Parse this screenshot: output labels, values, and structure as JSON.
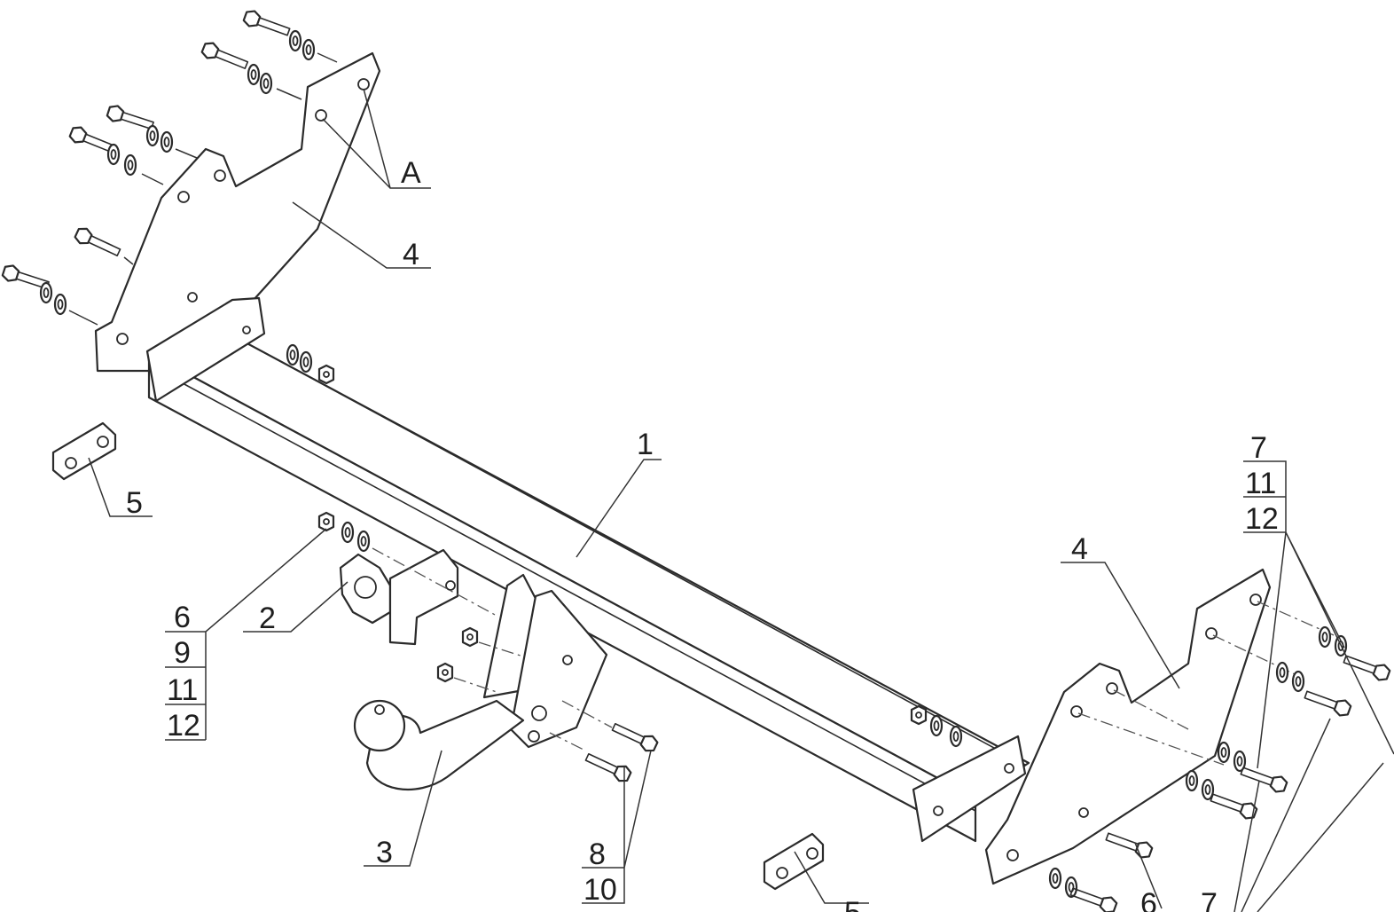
{
  "labels": {
    "part_1": "1",
    "part_2": "2",
    "part_3": "3",
    "part_4_upper": "4",
    "part_4_lower": "4",
    "part_5_left": "5",
    "part_5_bottom": "5",
    "ref_a": "A",
    "stack_left": [
      "6",
      "9",
      "11",
      "12"
    ],
    "stack_bolts": [
      "8",
      "10"
    ],
    "stack_right": [
      "7",
      "11",
      "12"
    ],
    "bottom_6": "6",
    "bottom_7": "7"
  },
  "colors": {
    "line": "#2b2b2b",
    "fill": "#ffffff",
    "background": "#ffffff"
  }
}
